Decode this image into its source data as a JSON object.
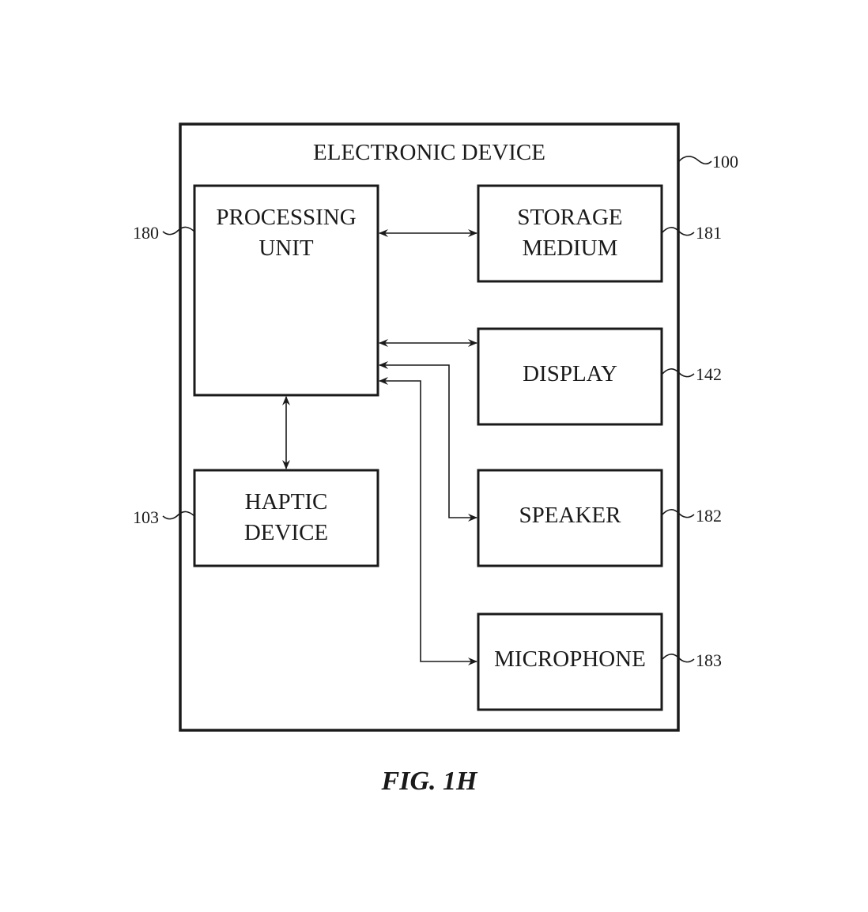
{
  "figure": {
    "caption": "FIG. 1H",
    "device": {
      "title": "ELECTRONIC DEVICE",
      "ref": "100"
    },
    "blocks": {
      "processing": {
        "lines": [
          "PROCESSING",
          "UNIT"
        ],
        "ref": "180"
      },
      "storage": {
        "lines": [
          "STORAGE",
          "MEDIUM"
        ],
        "ref": "181"
      },
      "display": {
        "lines": [
          "DISPLAY"
        ],
        "ref": "142"
      },
      "haptic": {
        "lines": [
          "HAPTIC",
          "DEVICE"
        ],
        "ref": "103"
      },
      "speaker": {
        "lines": [
          "SPEAKER"
        ],
        "ref": "182"
      },
      "microphone": {
        "lines": [
          "MICROPHONE"
        ],
        "ref": "183"
      }
    },
    "connections": [
      {
        "from": "processing",
        "to": "storage",
        "direction": "bidirectional"
      },
      {
        "from": "processing",
        "to": "display",
        "direction": "bidirectional"
      },
      {
        "from": "processing",
        "to": "haptic",
        "direction": "bidirectional"
      },
      {
        "from": "processing",
        "to": "speaker",
        "direction": "bidirectional"
      },
      {
        "from": "processing",
        "to": "microphone",
        "direction": "bidirectional"
      }
    ]
  }
}
